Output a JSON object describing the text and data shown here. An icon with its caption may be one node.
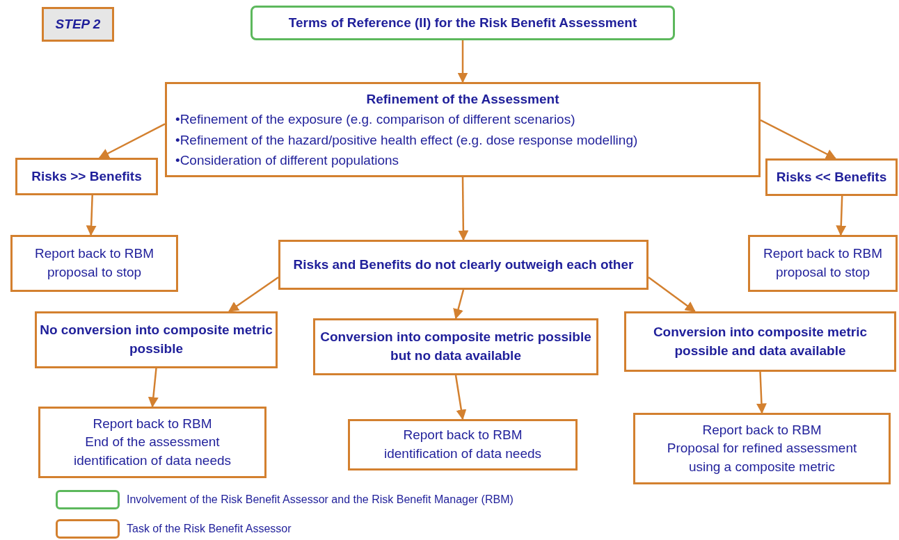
{
  "diagram": {
    "nodes": [
      {
        "text": [
          "STEP 2"
        ]
      },
      {
        "text": [
          "Terms of Reference (II) for the Risk Benefit Assessment"
        ]
      },
      {
        "text": [
          "Refinement of the Assessment",
          "•Refinement of the exposure (e.g. comparison of different scenarios)",
          "•Refinement of the hazard/positive health effect (e.g. dose response modelling)",
          "•Consideration of different populations"
        ]
      },
      {
        "text": [
          "Risks >> Benefits"
        ]
      },
      {
        "text": [
          "Risks << Benefits"
        ]
      },
      {
        "text": [
          "Report back to RBM",
          "proposal to stop"
        ]
      },
      {
        "text": [
          "Report back to RBM",
          "proposal to stop"
        ]
      },
      {
        "text": [
          "Risks and Benefits do not clearly outweigh each other"
        ]
      },
      {
        "text": [
          "No conversion into composite metric possible"
        ]
      },
      {
        "text": [
          "Conversion into composite metric possible but no data available"
        ]
      },
      {
        "text": [
          "Conversion into composite metric possible and data available"
        ]
      },
      {
        "text": [
          "Report back to RBM",
          "End of the assessment",
          "identification of data needs"
        ]
      },
      {
        "text": [
          "Report back to RBM",
          "identification of data needs"
        ]
      },
      {
        "text": [
          "Report back to RBM",
          "Proposal for refined assessment",
          "using a composite metric"
        ]
      }
    ],
    "edges": [
      {
        "from": 1,
        "to": 2,
        "arrow": "to"
      },
      {
        "from": 2,
        "to": 3,
        "arrow": "to"
      },
      {
        "from": 2,
        "to": 4,
        "arrow": "to"
      },
      {
        "from": 3,
        "to": 5,
        "arrow": "to"
      },
      {
        "from": 4,
        "to": 6,
        "arrow": "to"
      },
      {
        "from": 2,
        "to": 7,
        "arrow": "to"
      },
      {
        "from": 7,
        "to": 8,
        "arrow": "to"
      },
      {
        "from": 7,
        "to": 9,
        "arrow": "to"
      },
      {
        "from": 7,
        "to": 10,
        "arrow": "to"
      },
      {
        "from": 8,
        "to": 11,
        "arrow": "to"
      },
      {
        "from": 9,
        "to": 12,
        "arrow": "to"
      },
      {
        "from": 10,
        "to": 13,
        "arrow": "to"
      }
    ],
    "legend": [
      {
        "text": "Involvement of the Risk Benefit Assessor and the Risk Benefit Manager (RBM)",
        "color": "#5cb85c"
      },
      {
        "text": "Task of the Risk Benefit Assessor",
        "color": "#d3802f"
      }
    ]
  }
}
